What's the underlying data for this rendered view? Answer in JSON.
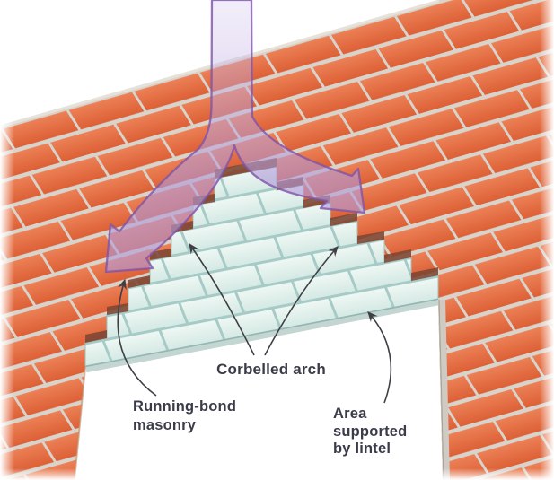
{
  "figure": {
    "description": "Corbelled arch masonry diagram",
    "labels": {
      "corbelled_arch": "Corbelled arch",
      "running_bond": "Running-bond masonry",
      "area_supported": "Area supported by lintel"
    },
    "icons": {
      "load_path": "load-path-split-arrow",
      "annotation": "curved-pointer-arrow"
    },
    "colors": {
      "background": "#ffffff",
      "brick-mortar": "#d8d4cc",
      "brick-face-top": "#ec8056",
      "brick-face-bottom": "#dd6036",
      "brick-shadow": "#7c4734",
      "corbel-mortar": "#a6cbc6",
      "corbel-face-top": "#eef7f3",
      "corbel-face-bottom": "#d5e9e4",
      "corbel-outline": "#9dc2bd",
      "lintel-band": "#c3d6d2",
      "lintel-line": "#96b6b1",
      "jamb-reveal": "#cfcbc4",
      "jamb-edge": "#aaa094",
      "left-jamb-line": "#c08f67",
      "wall-cap": "#e6e2da",
      "load-arrow-fill-top": "#cbbcea",
      "load-arrow-fill": "#b29ad9",
      "load-arrow-edge": "#7e54a8",
      "annotation-line": "#3f4046",
      "label-text": "#3b3c4a"
    }
  }
}
